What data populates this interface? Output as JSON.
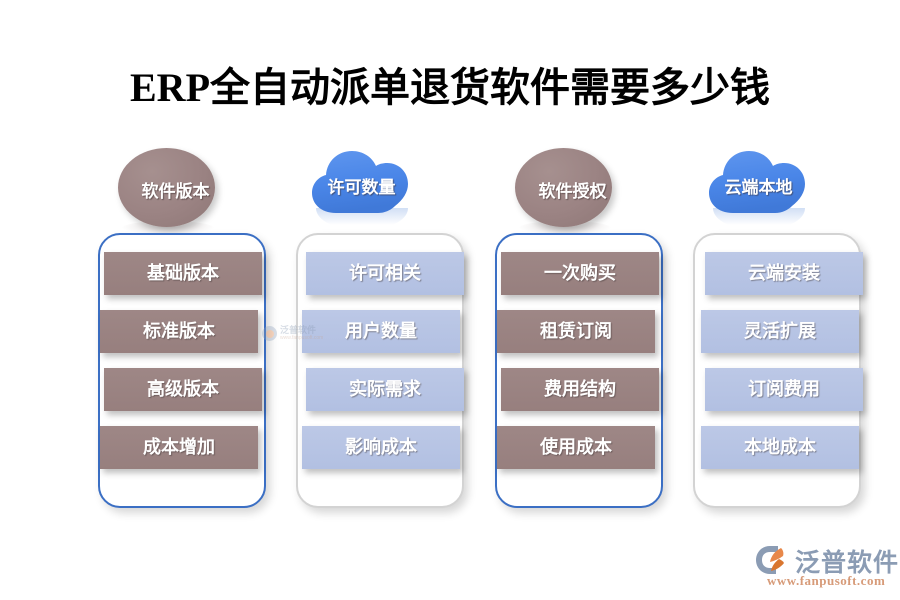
{
  "page": {
    "title": "ERP全自动派单退货软件需要多少钱",
    "background_color": "#ffffff"
  },
  "colors": {
    "mauve": "#9b8383",
    "chip_mauve": "#9e8786",
    "chip_blue": "#bcc8e6",
    "cloud_blue": "#4a86e8",
    "card_border_blue": "#3b6fc4",
    "card_border_gray": "#d3d3d3",
    "title_text": "#000000",
    "chip_text": "#ffffff",
    "logo_name": "#8b9cb4",
    "logo_url": "#d79b79",
    "logo_accent_orange": "#e8884a"
  },
  "columns": [
    {
      "header_label": "软件版本",
      "header_shape": "circle",
      "header_color": "#9b8383",
      "card_border": "blue",
      "chip_style": "mauve",
      "items": [
        "基础版本",
        "标准版本",
        "高级版本",
        "成本增加"
      ]
    },
    {
      "header_label": "许可数量",
      "header_shape": "cloud",
      "header_color": "#4a86e8",
      "card_border": "gray",
      "chip_style": "blue",
      "items": [
        "许可相关",
        "用户数量",
        "实际需求",
        "影响成本"
      ]
    },
    {
      "header_label": "软件授权",
      "header_shape": "circle",
      "header_color": "#9b8383",
      "card_border": "blue",
      "chip_style": "mauve",
      "items": [
        "一次购买",
        "租赁订阅",
        "费用结构",
        "使用成本"
      ]
    },
    {
      "header_label": "云端本地",
      "header_shape": "cloud",
      "header_color": "#4a86e8",
      "card_border": "gray",
      "chip_style": "blue",
      "items": [
        "云端安装",
        "灵活扩展",
        "订阅费用",
        "本地成本"
      ]
    }
  ],
  "watermark": {
    "name": "泛普软件",
    "url": "www.fanpusoft.com"
  },
  "brand": {
    "name": "泛普软件",
    "url": "www.fanpusoft.com",
    "mark_icon": "fanpu-swoosh-logo-icon"
  }
}
